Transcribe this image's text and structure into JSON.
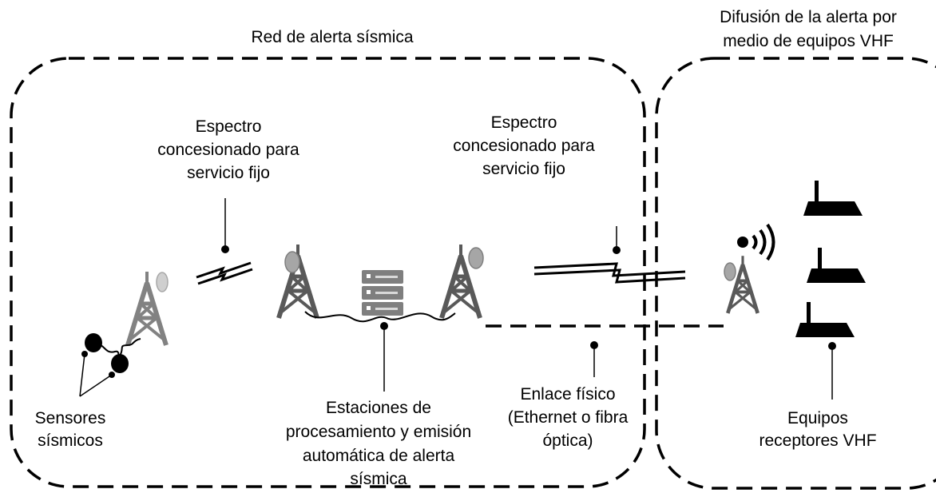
{
  "regions": {
    "network_title": "Red de alerta sísmica",
    "broadcast_title": [
      "Difusión de la alerta por",
      "medio de equipos VHF"
    ]
  },
  "labels": {
    "spectrum_left": [
      "Espectro",
      "concesionado para",
      "servicio fijo"
    ],
    "spectrum_right": [
      "Espectro",
      "concesionado para",
      "servicio fijo"
    ],
    "sensors": [
      "Sensores",
      "sísmicos"
    ],
    "stations": [
      "Estaciones de",
      "procesamiento y emisión",
      "automática de alerta",
      "sísmica"
    ],
    "physical_link": [
      "Enlace físico",
      "(Ethernet o fibra",
      "óptica)"
    ],
    "receivers": [
      "Equipos",
      "receptores VHF"
    ]
  },
  "icons": [
    "tower-icon",
    "dish-antenna-icon",
    "server-rack-icon",
    "seismic-sensor-icon",
    "radio-link-icon",
    "broadcast-waves-icon",
    "vhf-receiver-icon"
  ],
  "colors": {
    "tower": "#595959",
    "dish": "#a6a6a6",
    "server": "#7f7f7f",
    "ink": "#000000"
  }
}
